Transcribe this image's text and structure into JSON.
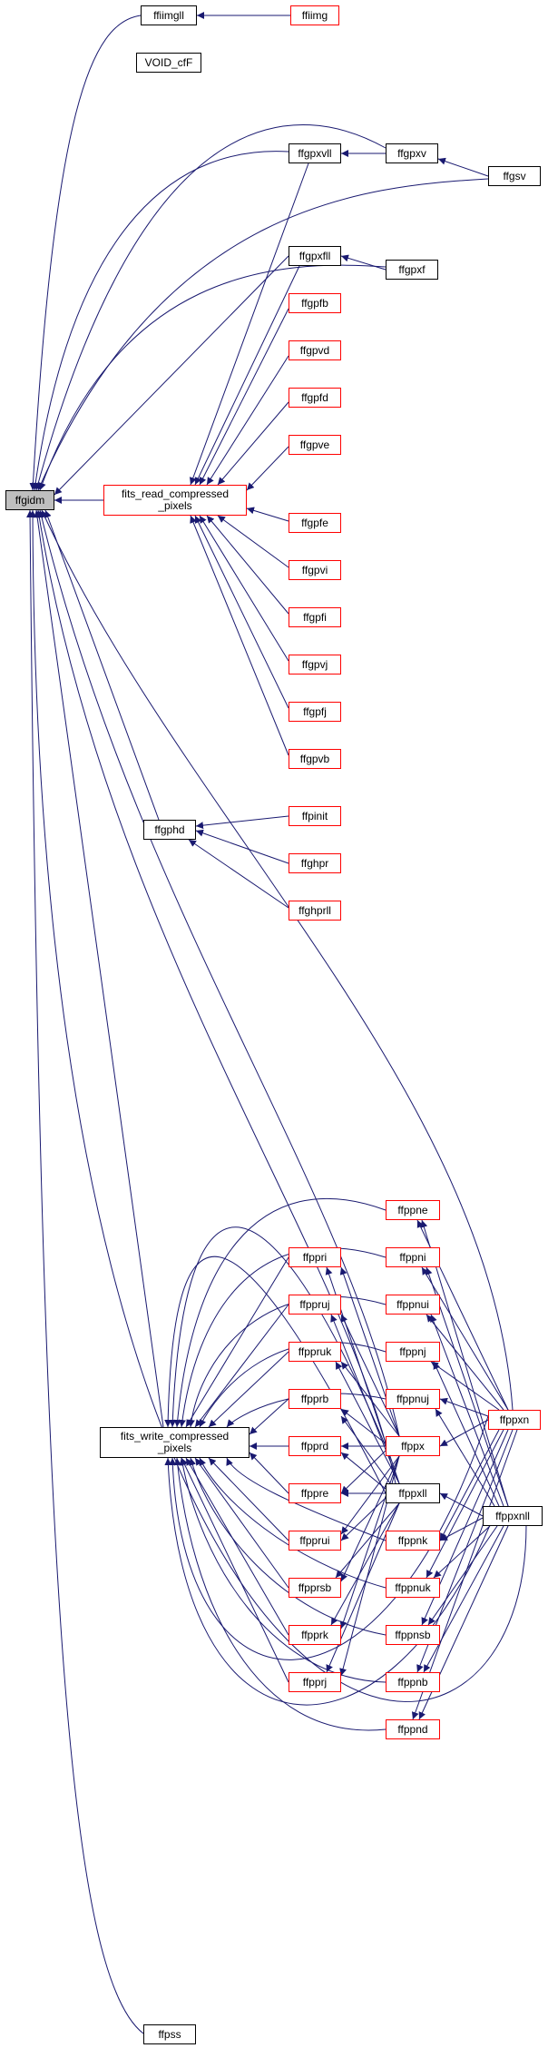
{
  "graph": {
    "colors": {
      "edge": "#191970",
      "node_border": "#000000",
      "node_border_incomplete": "#ff0000",
      "root_fill": "#bfbfbf"
    },
    "root": "ffgidm",
    "nodes": {
      "ffgidm": "ffgidm",
      "ffiimgll": "ffiimgll",
      "ffiimg": "ffiimg",
      "VOID_cfF": "VOID_cfF",
      "ffgpxvll": "ffgpxvll",
      "ffgpxv": "ffgpxv",
      "ffgsv": "ffgsv",
      "ffgpxf": "ffgpxf",
      "ffgpxfll": "ffgpxfll",
      "ffgpfb": "ffgpfb",
      "ffgpvd": "ffgpvd",
      "ffgpfd": "ffgpfd",
      "ffgpve": "ffgpve",
      "fits_read_compressed_pixels": "fits_read_compressed\n_pixels",
      "ffgpfe": "ffgpfe",
      "ffgpvi": "ffgpvi",
      "ffgpfi": "ffgpfi",
      "ffgpvj": "ffgpvj",
      "ffgpfj": "ffgpfj",
      "ffgpvb": "ffgpvb",
      "ffpinit": "ffpinit",
      "ffgphd": "ffgphd",
      "ffghpr": "ffghpr",
      "ffghprll": "ffghprll",
      "ffppne": "ffppne",
      "ffppri": "ffppri",
      "ffppni": "ffppni",
      "ffppruj": "ffppruj",
      "ffppnui": "ffppnui",
      "ffppruk": "ffppruk",
      "ffppnj": "ffppnj",
      "ffpprb": "ffpprb",
      "ffppnuj": "ffppnuj",
      "ffppxn": "ffppxn",
      "fits_write_compressed_pixels": "fits_write_compressed\n_pixels",
      "ffpprd": "ffpprd",
      "ffppx": "ffppx",
      "ffppre": "ffppre",
      "ffppxll": "ffppxll",
      "ffppxnll": "ffppxnll",
      "ffppnk": "ffppnk",
      "ffpprui": "ffpprui",
      "ffpprsb": "ffpprsb",
      "ffppnuk": "ffppnuk",
      "ffpprk": "ffpprk",
      "ffppnsb": "ffppnsb",
      "ffpprj": "ffpprj",
      "ffppnb": "ffppnb",
      "ffppnd": "ffppnd",
      "ffpss": "ffpss"
    }
  }
}
